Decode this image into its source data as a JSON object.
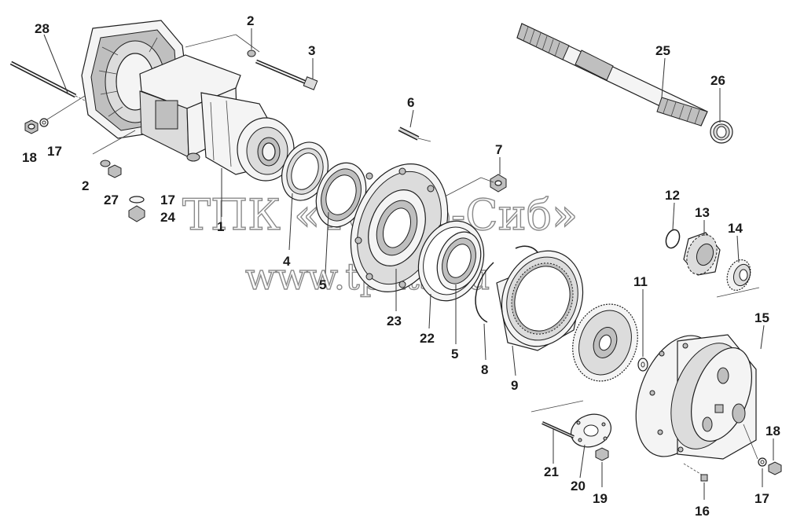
{
  "watermark": {
    "line1": "ТПК «Техно-Сиб»",
    "line2": "www.tpkts.ru"
  },
  "callouts": [
    {
      "id": "c28",
      "label": "28"
    },
    {
      "id": "c2a",
      "label": "2"
    },
    {
      "id": "c3",
      "label": "3"
    },
    {
      "id": "c25",
      "label": "25"
    },
    {
      "id": "c26",
      "label": "26"
    },
    {
      "id": "c6",
      "label": "6"
    },
    {
      "id": "c7",
      "label": "7"
    },
    {
      "id": "c18a",
      "label": "18"
    },
    {
      "id": "c17a",
      "label": "17"
    },
    {
      "id": "c2b",
      "label": "2"
    },
    {
      "id": "c27",
      "label": "27"
    },
    {
      "id": "c17b",
      "label": "17"
    },
    {
      "id": "c24",
      "label": "24"
    },
    {
      "id": "c1",
      "label": "1"
    },
    {
      "id": "c4",
      "label": "4"
    },
    {
      "id": "c5a",
      "label": "5"
    },
    {
      "id": "c12",
      "label": "12"
    },
    {
      "id": "c13",
      "label": "13"
    },
    {
      "id": "c14",
      "label": "14"
    },
    {
      "id": "c23",
      "label": "23"
    },
    {
      "id": "c22",
      "label": "22"
    },
    {
      "id": "c5b",
      "label": "5"
    },
    {
      "id": "c8",
      "label": "8"
    },
    {
      "id": "c9",
      "label": "9"
    },
    {
      "id": "c11",
      "label": "11"
    },
    {
      "id": "c15",
      "label": "15"
    },
    {
      "id": "c18b",
      "label": "18"
    },
    {
      "id": "c21",
      "label": "21"
    },
    {
      "id": "c20",
      "label": "20"
    },
    {
      "id": "c19",
      "label": "19"
    },
    {
      "id": "c17c",
      "label": "17"
    },
    {
      "id": "c16",
      "label": "16"
    }
  ]
}
